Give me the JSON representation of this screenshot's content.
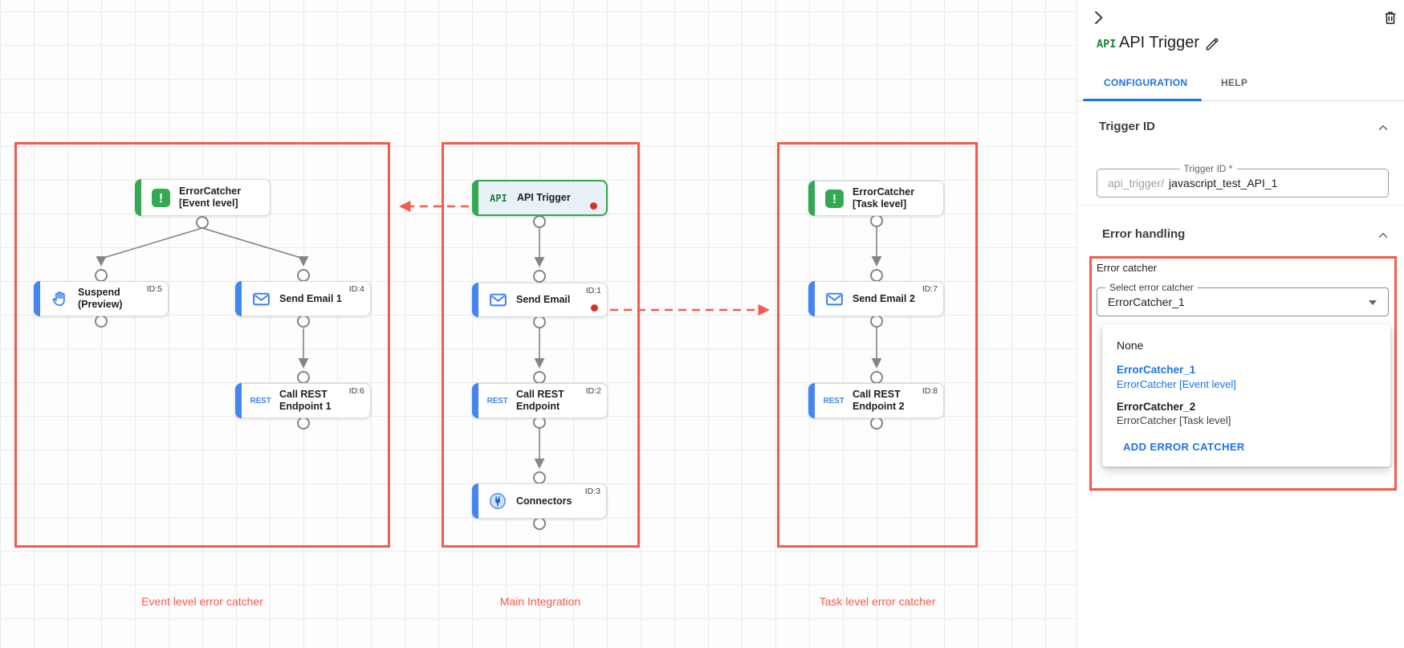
{
  "canvas": {
    "captions": [
      "Event level error catcher",
      "Main Integration",
      "Task level error catcher"
    ],
    "nodes": [
      {
        "key": "ec_event",
        "name": "errorcatcher-event-node",
        "kind": "error",
        "icon": "error-icon",
        "label": "ErrorCatcher\n[Event level]",
        "badge": "",
        "dot": false
      },
      {
        "key": "suspend",
        "name": "suspend-node",
        "kind": "task",
        "icon": "hand-icon",
        "label": "Suspend\n(Preview)",
        "badge": "ID:5",
        "dot": false
      },
      {
        "key": "send1",
        "name": "send-email-1-node",
        "kind": "task",
        "icon": "mail-icon",
        "label": "Send Email 1",
        "badge": "ID:4",
        "dot": false
      },
      {
        "key": "rest1",
        "name": "call-rest-endpoint-1-node",
        "kind": "task",
        "icon": "rest-icon",
        "label": "Call REST\nEndpoint 1",
        "badge": "ID:6",
        "dot": false
      },
      {
        "key": "api",
        "name": "api-trigger-node",
        "kind": "trigger",
        "icon": "api-icon",
        "label": "API Trigger",
        "badge": "",
        "dot": true
      },
      {
        "key": "send",
        "name": "send-email-node",
        "kind": "task",
        "icon": "mail-icon",
        "label": "Send Email",
        "badge": "ID:1",
        "dot": true
      },
      {
        "key": "rest",
        "name": "call-rest-endpoint-node",
        "kind": "task",
        "icon": "rest-icon",
        "label": "Call REST\nEndpoint",
        "badge": "ID:2",
        "dot": false
      },
      {
        "key": "connectors",
        "name": "connectors-node",
        "kind": "task",
        "icon": "connector-icon",
        "label": "Connectors",
        "badge": "ID:3",
        "dot": false
      },
      {
        "key": "ec_task",
        "name": "errorcatcher-task-node",
        "kind": "error",
        "icon": "error-icon",
        "label": "ErrorCatcher\n[Task level]",
        "badge": "",
        "dot": false
      },
      {
        "key": "send2",
        "name": "send-email-2-node",
        "kind": "task",
        "icon": "mail-icon",
        "label": "Send Email 2",
        "badge": "ID:7",
        "dot": false
      },
      {
        "key": "rest2",
        "name": "call-rest-endpoint-2-node",
        "kind": "task",
        "icon": "rest-icon",
        "label": "Call REST\nEndpoint 2",
        "badge": "ID:8",
        "dot": false
      }
    ]
  },
  "panel": {
    "api_badge": "API",
    "title": "API Trigger",
    "tabs": {
      "configuration": "CONFIGURATION",
      "help": "HELP"
    },
    "trigger_section": {
      "title": "Trigger ID",
      "field_label": "Trigger ID *",
      "prefix": "api_trigger/",
      "value": "javascript_test_API_1"
    },
    "error_section": {
      "title": "Error handling",
      "error_catcher_label": "Error catcher",
      "select_label": "Select error catcher",
      "select_value": "ErrorCatcher_1",
      "menu": {
        "none": "None",
        "option1": {
          "title": "ErrorCatcher_1",
          "subtitle": "ErrorCatcher [Event level]"
        },
        "option2": {
          "title": "ErrorCatcher_2",
          "subtitle": "ErrorCatcher [Task level]"
        },
        "add": "ADD ERROR CATCHER"
      }
    }
  },
  "colors": {
    "accent_red": "#f45b4c",
    "dot_red": "#d93025",
    "blue": "#4285f4",
    "green": "#34a853",
    "link": "#1a73e8"
  }
}
